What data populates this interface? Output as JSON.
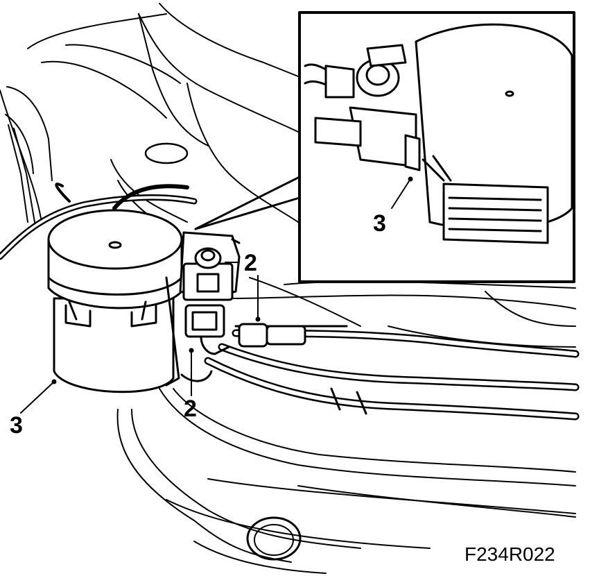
{
  "figure": {
    "id": "F234R022",
    "colors": {
      "line": "#000000",
      "background": "#ffffff"
    }
  },
  "callouts": {
    "main_filter": "3",
    "connector_upper": "2",
    "connector_lower": "2",
    "inset_detail": "3"
  },
  "icons": [
    "fuel-filter-icon",
    "electrical-connector-icon",
    "fuel-line-icon",
    "detail-inset"
  ]
}
